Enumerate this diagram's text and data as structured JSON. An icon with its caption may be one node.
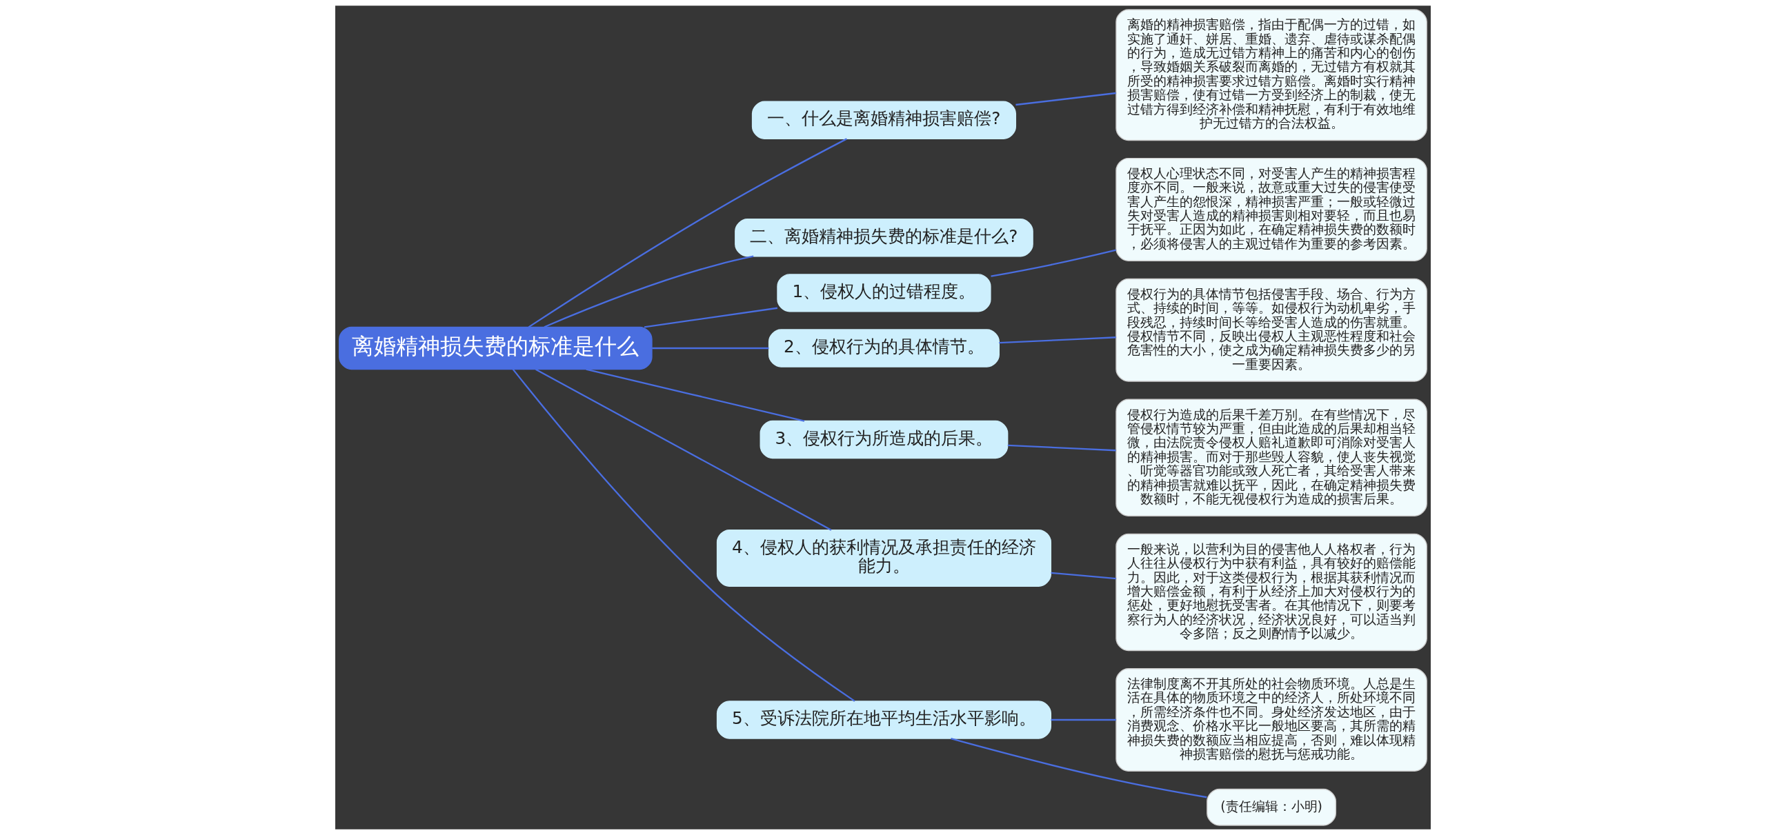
{
  "diagram": {
    "nodes": [
      {
        "text": [
          "离婚精神损失费的标准是什么"
        ]
      },
      {
        "text": [
          "一、什么是离婚精神损害赔偿?"
        ]
      },
      {
        "text": [
          "离婚的精神损害赔偿，指由于配偶一方的过错，如实施了通奸、姘居、重婚、遗弃、虐待或谋杀配偶的行为，造成无过错方精神上的痛苦和内心的创伤，导致婚姻关系破裂而离婚的，无过错方有权就其所受的精神损害要求过错方赔偿。离婚时实行精神损害赔偿，使有过错一方受到经济上的制裁，使无过错方得到经济补偿和精神抚慰，有利于有效地维护无过错方的合法权益。"
        ]
      },
      {
        "text": [
          "二、离婚精神损失费的标准是什么?"
        ]
      },
      {
        "text": [
          "1、侵权人的过错程度。"
        ]
      },
      {
        "text": [
          "侵权人心理状态不同，对受害人产生的精神损害程度亦不同。一般来说，故意或重大过失的侵害使受害人产生的怨恨深，精神损害严重；一般或轻微过失对受害人造成的精神损害则相对要轻，而且也易于抚平。正因为如此，在确定精神损失费的数额时，必须将侵害人的主观过错作为重要的参考因素。"
        ]
      },
      {
        "text": [
          "2、侵权行为的具体情节。"
        ]
      },
      {
        "text": [
          "侵权行为的具体情节包括侵害手段、场合、行为方式、持续的时间，等等。如侵权行为动机卑劣，手段残忍，持续时间长等给受害人造成的伤害就重。侵权情节不同，反映出侵权人主观恶性程度和社会危害性的大小，使之成为确定精神损失费多少的另一重要因素。"
        ]
      },
      {
        "text": [
          "3、侵权行为所造成的后果。"
        ]
      },
      {
        "text": [
          "侵权行为造成的后果千差万别。在有些情况下，尽管侵权情节较为严重，但由此造成的后果却相当轻微，由法院责令侵权人赔礼道歉即可消除对受害人的精神损害。而对于那些毁人容貌，使人丧失视觉、听觉等器官功能或致人死亡者，其给受害人带来的精神损害就难以抚平，因此，在确定精神损失费数额时，不能无视侵权行为造成的损害后果。"
        ]
      },
      {
        "text": [
          "4、侵权人的获利情况及承担责任的经济能力。"
        ]
      },
      {
        "text": [
          "一般来说，以营利为目的侵害他人人格权者，行为人往往从侵权行为中获有利益，具有较好的赔偿能力。因此，对于这类侵权行为，根据其获利情况而增大赔偿金额，有利于从经济上加大对侵权行为的惩处，更好地慰抚受害者。在其他情况下，则要考察行为人的经济状况，经济状况良好，可以适当判令多陪；反之则酌情予以减少。"
        ]
      },
      {
        "text": [
          "5、受诉法院所在地平均生活水平影响。"
        ]
      },
      {
        "text": [
          "法律制度离不开其所处的社会物质环境。人总是生活在具体的物质环境之中的经济人，所处环境不同，所需经济条件也不同。身处经济发达地区，由于消费观念、价格水平比一般地区要高，其所需的精神损失费的数额应当相应提高，否则，难以体现精神损害赔偿的慰抚与惩戒功能。"
        ]
      },
      {
        "text": [
          "(责任编辑：小明)"
        ]
      }
    ],
    "edges": [
      {
        "from": 0,
        "to": 1,
        "arrow": "none"
      },
      {
        "from": 1,
        "to": 2,
        "arrow": "none"
      },
      {
        "from": 0,
        "to": 3,
        "arrow": "none"
      },
      {
        "from": 0,
        "to": 4,
        "arrow": "none"
      },
      {
        "from": 4,
        "to": 5,
        "arrow": "none"
      },
      {
        "from": 0,
        "to": 6,
        "arrow": "none"
      },
      {
        "from": 6,
        "to": 7,
        "arrow": "none"
      },
      {
        "from": 0,
        "to": 8,
        "arrow": "none"
      },
      {
        "from": 8,
        "to": 9,
        "arrow": "none"
      },
      {
        "from": 0,
        "to": 10,
        "arrow": "none"
      },
      {
        "from": 10,
        "to": 11,
        "arrow": "none"
      },
      {
        "from": 0,
        "to": 12,
        "arrow": "none"
      },
      {
        "from": 12,
        "to": 13,
        "arrow": "none"
      },
      {
        "from": 12,
        "to": 14,
        "arrow": "none"
      }
    ]
  }
}
